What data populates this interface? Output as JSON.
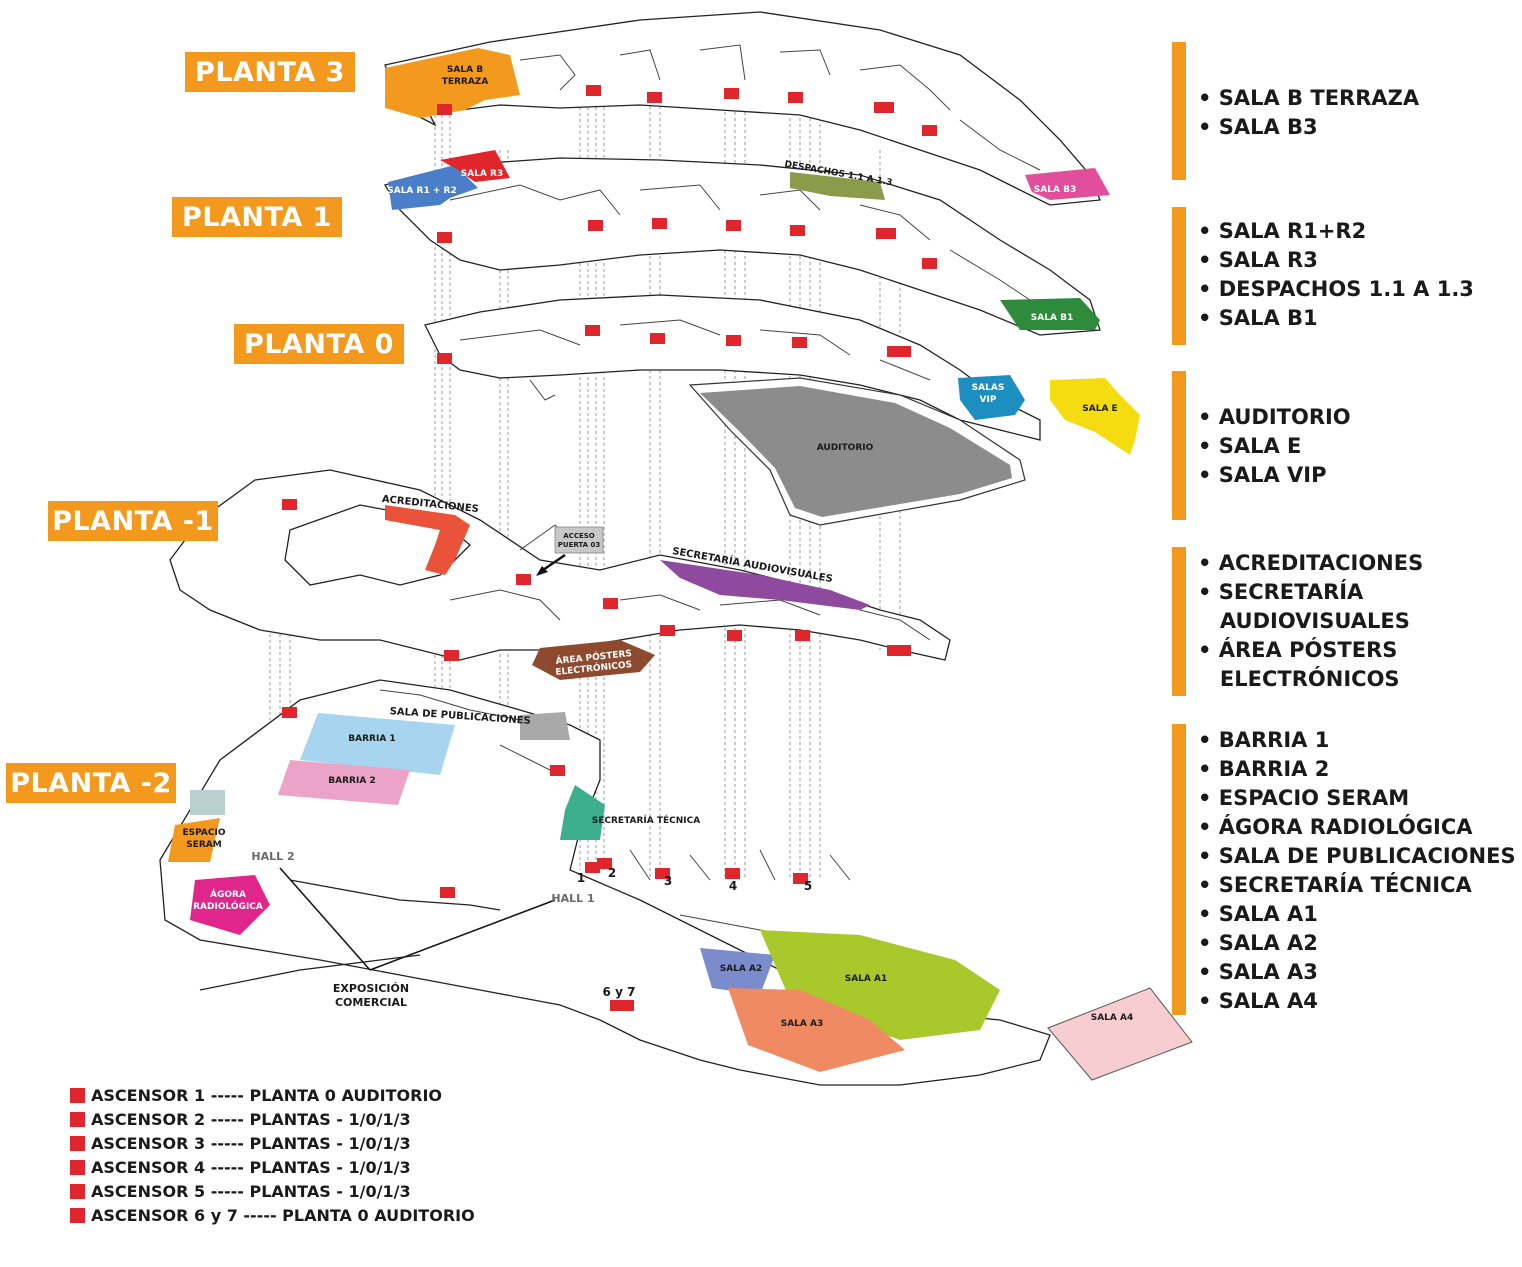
{
  "floors": {
    "planta3": "PLANTA 3",
    "planta1": "PLANTA 1",
    "planta0": "PLANTA 0",
    "plantam1": "PLANTA -1",
    "plantam2": "PLANTA -2"
  },
  "map_labels": {
    "sala_b_terraza_1": "SALA B",
    "sala_b_terraza_2": "TERRAZA",
    "sala_b3": "SALA B3",
    "sala_r1_r2": "SALA R1 + R2",
    "sala_r3": "SALA R3",
    "despachos": "DESPACHOS 1.1 A 1.3",
    "sala_b1": "SALA B1",
    "salas_vip_1": "SALAS",
    "salas_vip_2": "VIP",
    "sala_e": "SALA E",
    "auditorio": "AUDITORIO",
    "acreditaciones": "ACREDITACIONES",
    "acceso_1": "ACCESO",
    "acceso_2": "PUERTA 03",
    "secretaria_audiovisuales": "SECRETARÍA AUDIOVISUALES",
    "area_posters_1": "ÁREA PÓSTERS",
    "area_posters_2": "ELECTRÓNICOS",
    "sala_publicaciones": "SALA DE PUBLICACIONES",
    "barria1": "BARRIA 1",
    "barria2": "BARRIA 2",
    "espacio_seram_1": "ESPACIO",
    "espacio_seram_2": "SERAM",
    "agora_1": "ÁGORA",
    "agora_2": "RADIOLÓGICA",
    "hall2": "HALL 2",
    "hall1": "HALL 1",
    "secretaria_tecnica": "SECRETARÍA TÉCNICA",
    "exposicion_1": "EXPOSICIÓN",
    "exposicion_2": "COMERCIAL",
    "sala_a1": "SALA A1",
    "sala_a2": "SALA A2",
    "sala_a3": "SALA A3",
    "sala_a4": "SALA A4",
    "elev_1": "1",
    "elev_2": "2",
    "elev_3": "3",
    "elev_4": "4",
    "elev_5": "5",
    "elev_67": "6 y 7"
  },
  "side_lists": [
    [
      "• SALA B TERRAZA",
      "• SALA B3"
    ],
    [
      "• SALA R1+R2",
      "• SALA R3",
      "• DESPACHOS 1.1 A 1.3",
      "• SALA B1"
    ],
    [
      "• AUDITORIO",
      "• SALA E",
      "• SALA VIP"
    ],
    [
      "• ACREDITACIONES",
      "• SECRETARÍA",
      "   AUDIOVISUALES",
      "• ÁREA PÓSTERS",
      "   ELECTRÓNICOS"
    ],
    [
      "• BARRIA 1",
      "• BARRIA 2",
      "• ESPACIO SERAM",
      "• ÁGORA RADIOLÓGICA",
      "• SALA DE PUBLICACIONES",
      "• SECRETARÍA TÉCNICA",
      "• SALA A1",
      "• SALA A2",
      "• SALA A3",
      "• SALA A4"
    ]
  ],
  "legend": [
    "ASCENSOR 1 ----- PLANTA 0 AUDITORIO",
    "ASCENSOR 2 ----- PLANTAS - 1/0/1/3",
    "ASCENSOR 3 ----- PLANTAS - 1/0/1/3",
    "ASCENSOR 4 ----- PLANTAS - 1/0/1/3",
    "ASCENSOR 5 ----- PLANTAS - 1/0/1/3",
    "ASCENSOR 6 y 7 ----- PLANTA 0 AUDITORIO"
  ],
  "colors": {
    "accent": "#f39a1e",
    "elevator": "#e0262d",
    "auditorio": "#8c8c8c",
    "sala_b_terraza": "#f39a1e",
    "sala_b3": "#e04e9c",
    "sala_r1_r2": "#4a7ec8",
    "sala_r3": "#e0262d",
    "despachos": "#8c9b4a",
    "sala_b1": "#2e8b3c",
    "salas_vip": "#1c8fc0",
    "sala_e": "#f5dc10",
    "acreditaciones": "#e8533a",
    "secretaria_audiovisuales": "#8e4a9e",
    "area_posters": "#8e4a2e",
    "barria1": "#a7d4ef",
    "barria2": "#eba4c8",
    "espacio_seram": "#f39a1e",
    "agora": "#e0268a",
    "secretaria_tecnica": "#3daf8c",
    "sala_a1": "#a9c82c",
    "sala_a2": "#7a8ccc",
    "sala_a3": "#ef8a62",
    "sala_a4": "#f7cdd2"
  }
}
